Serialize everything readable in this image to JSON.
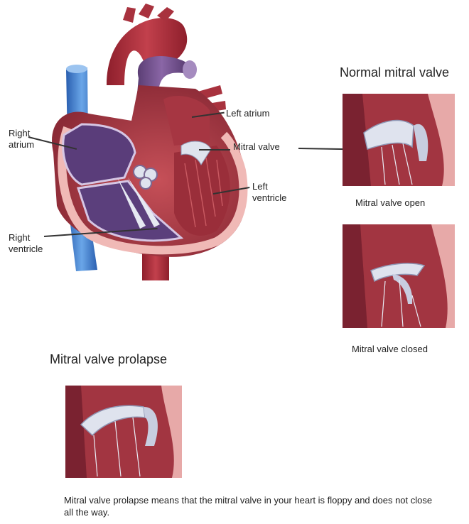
{
  "heart": {
    "labels": {
      "right_atrium": "Right\natrium",
      "left_atrium": "Left atrium",
      "mitral_valve": "Mitral valve",
      "left_ventricle": "Left\nventricle",
      "right_ventricle": "Right\nventricle"
    }
  },
  "normal": {
    "heading": "Normal mitral valve",
    "open_caption": "Mitral valve open",
    "closed_caption": "Mitral valve closed"
  },
  "prolapse": {
    "heading": "Mitral valve prolapse",
    "description": "Mitral valve prolapse means that the mitral valve in your heart is floppy and does not close all the way."
  },
  "colors": {
    "muscle": "#b0404a",
    "muscle_dark": "#7a2230",
    "muscle_light": "#d98a8a",
    "vessel_purple": "#6e4a86",
    "vessel_blue": "#3a78c8",
    "valve_white": "#dfe3ee"
  }
}
